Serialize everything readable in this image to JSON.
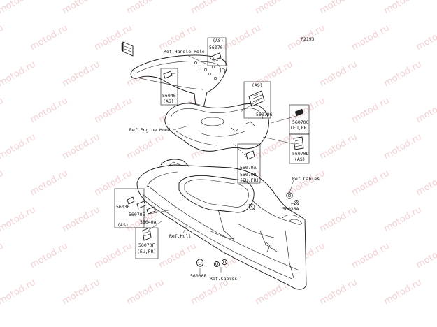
{
  "diagram": {
    "figure_code": "F2193",
    "watermark_text": "motod.ru",
    "labels": {
      "ref_handle_pole": "Ref.Handle Pole",
      "ref_engine_hood": "Ref.Engine Hood",
      "ref_hull": "Ref.Hull",
      "ref_cables_top": "Ref.Cables",
      "ref_cables_bottom": "Ref.Cables",
      "p56070": "56070",
      "p56070_note": "(AS)",
      "p56040": "56040",
      "p56040_note": "(AS)",
      "p56070g": "56070G",
      "p56070g_note": "(AS)",
      "p56070c": "56070C",
      "p56070c_note": "(EU,FR)",
      "p56070d": "56070D",
      "p56070d_note": "(AS)",
      "p56070a": "56070A",
      "p56070b": "56070B",
      "p56070b_note": "(EU,FR)",
      "p56030": "56030",
      "p56070e": "56070E",
      "p56040a": "56040A",
      "p56030_note": "(AS)",
      "p56070f": "56070F",
      "p56070f_note": "(EU,FR)",
      "p56030a": "56030A",
      "p56030b": "56030B"
    }
  }
}
